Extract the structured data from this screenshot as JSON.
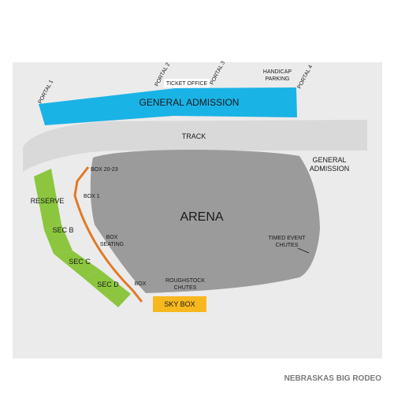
{
  "map": {
    "caption": "NEBRASKAS BIG RODEO",
    "colors": {
      "background_panel": "#ebebeb",
      "track": "#d9d9d9",
      "arena": "#9b9b9b",
      "general_admission": "#1ab3e6",
      "reserve_sections": "#8cc63f",
      "sky_box": "#f7b71e",
      "box_line": "#e07a26",
      "text": "#1a1a1a",
      "caption": "#7a7a7a"
    },
    "labels": {
      "portal_1": "PORTAL 1",
      "portal_2": "PORTAL 2",
      "portal_3": "PORTAL 3",
      "portal_4": "PORTAL 4",
      "ticket_office": "TICKET OFFICE",
      "handicap": "HANDICAP",
      "parking": "PARKING",
      "general_admission_top": "GENERAL ADMISSION",
      "track": "TRACK",
      "general_admission_side_1": "GENERAL",
      "general_admission_side_2": "ADMISSION",
      "arena": "ARENA",
      "box_20_23": "BOX 20-23",
      "box_1": "BOX 1",
      "box_seating_1": "BOX",
      "box_seating_2": "SEATING",
      "box": "BOX",
      "reserve": "RESERVE",
      "sec_b": "SEC B",
      "sec_c": "SEC C",
      "sec_d": "SEC D",
      "roughstock_1": "ROUGHSTOCK",
      "roughstock_2": "CHUTES",
      "timed_event_1": "TIMED EVENT",
      "timed_event_2": "CHUTES",
      "sky_box": "SKY BOX"
    }
  }
}
